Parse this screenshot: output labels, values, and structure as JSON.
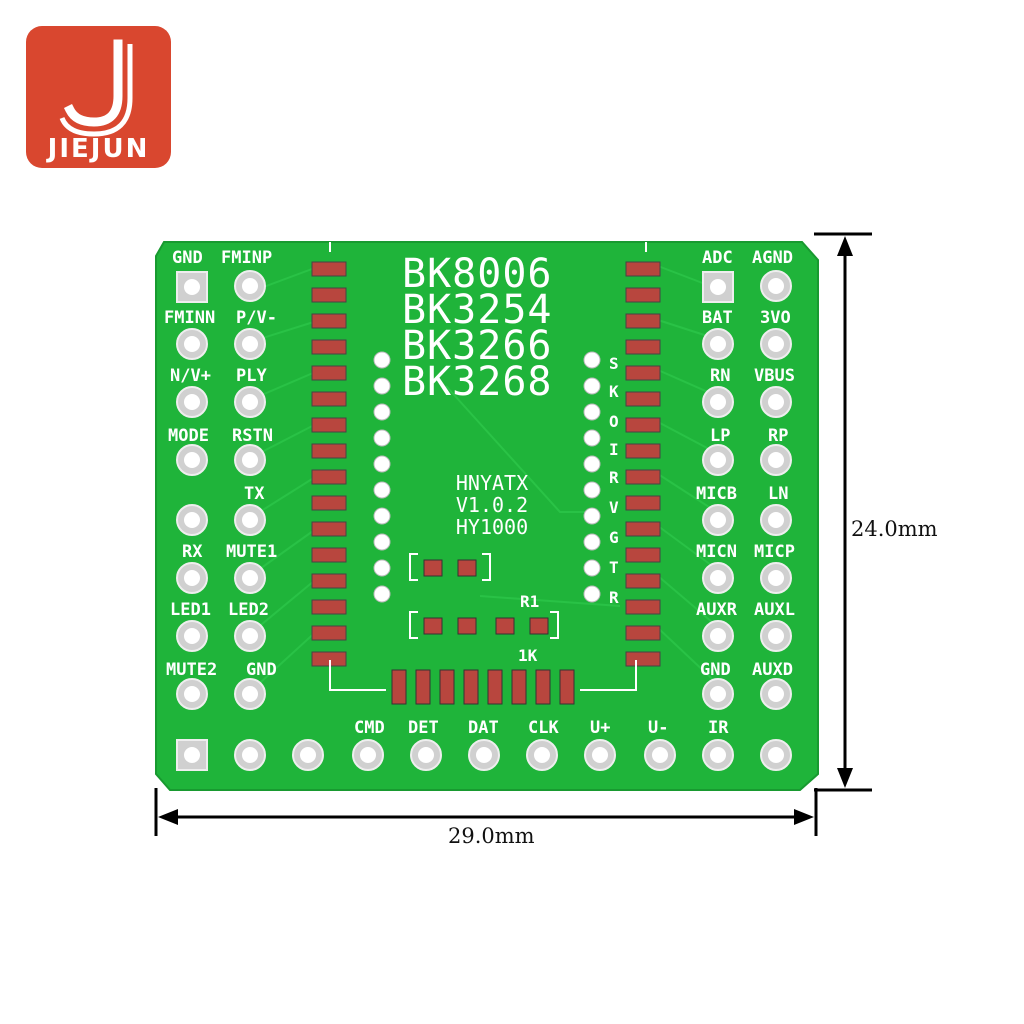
{
  "brand": {
    "name": "JIEJUN"
  },
  "chips": {
    "line1": "BK8006",
    "line2": "BK3254",
    "line3": "BK3266",
    "line4": "BK3268"
  },
  "board_info": {
    "line1": "HNYATX",
    "line2": "V1.0.2",
    "line3": "HY1000"
  },
  "resistor": {
    "name": "R1",
    "value": "1K"
  },
  "left_pins": [
    [
      "GND",
      "FMINP"
    ],
    [
      "FMINN",
      "P/V-"
    ],
    [
      "N/V+",
      "PLY"
    ],
    [
      "MODE",
      "RSTN"
    ],
    [
      "",
      "TX"
    ],
    [
      "RX",
      "MUTE1"
    ],
    [
      "LED1",
      "LED2"
    ],
    [
      "MUTE2",
      "GND"
    ]
  ],
  "right_pins": [
    [
      "ADC",
      "AGND"
    ],
    [
      "BAT",
      "3VO"
    ],
    [
      "RN",
      "VBUS"
    ],
    [
      "LP",
      "RP"
    ],
    [
      "MICB",
      "LN"
    ],
    [
      "MICN",
      "MICP"
    ],
    [
      "AUXR",
      "AUXL"
    ],
    [
      "GND",
      "AUXD"
    ]
  ],
  "bottom_pins": [
    "CMD",
    "DET",
    "DAT",
    "CLK",
    "U+",
    "U-",
    "IR"
  ],
  "right_column_letters": [
    "S",
    "K",
    "O",
    "I",
    "R",
    "V",
    "G",
    "T",
    "R"
  ],
  "dimensions": {
    "height": "24.0mm",
    "width": "29.0mm"
  },
  "colors": {
    "pcb": "#1fb43a",
    "logo_bg": "#d9472f",
    "pad": "#c8c8c8"
  }
}
